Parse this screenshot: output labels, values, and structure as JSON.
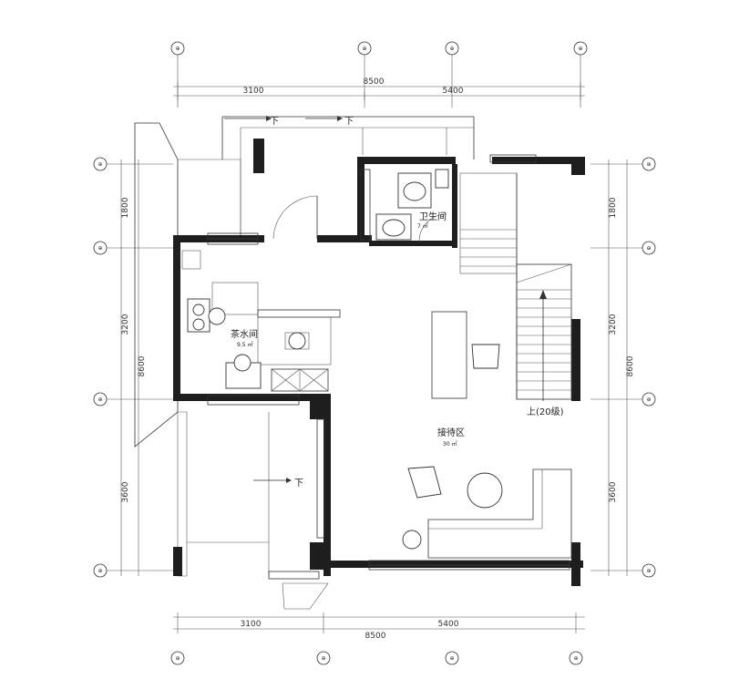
{
  "dimensions": {
    "top_total": "8500",
    "top_left": "3100",
    "top_right": "5400",
    "bottom_total": "8500",
    "bottom_left": "3100",
    "bottom_right": "5400",
    "left_1": "1800",
    "left_2": "3200",
    "left_3": "3600",
    "left_total": "8600",
    "right_1": "1800",
    "right_2": "3200",
    "right_3": "3600",
    "right_total": "8600"
  },
  "rooms": {
    "bathroom": {
      "name": "卫生间",
      "area": "7 ㎡"
    },
    "tea_room": {
      "name": "茶水间",
      "area": "9.5 ㎡"
    },
    "reception": {
      "name": "接待区",
      "area": "30 ㎡"
    }
  },
  "annotations": {
    "down_1": "下",
    "down_2": "下",
    "down_3": "下",
    "stairs_up": "上(20级)"
  },
  "grid_bubbles": [
    "⊕",
    "⊕",
    "⊕",
    "⊕",
    "⊕",
    "⊕",
    "⊕",
    "⊕",
    "⊕",
    "⊕",
    "⊕",
    "⊕",
    "⊕",
    "⊕",
    "⊕",
    "⊕"
  ]
}
